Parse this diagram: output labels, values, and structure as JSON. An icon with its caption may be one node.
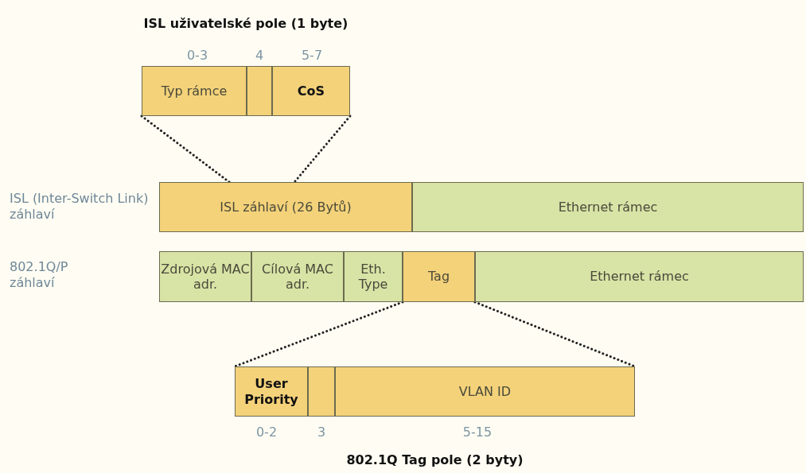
{
  "diagram": {
    "nodes": [
      {
        "text": [
          "ISL uživatelské pole (1 byte)"
        ]
      },
      {
        "text": [
          "Typ rámce"
        ],
        "in": 0,
        "beside": [
          "0-3"
        ]
      },
      {
        "text": [],
        "shape": "box",
        "in": 0,
        "beside": [
          "4"
        ]
      },
      {
        "text": [
          "CoS"
        ],
        "in": 0,
        "beside": [
          "5-7"
        ]
      },
      {
        "text": [
          "ISL záhlaví (26 Bytů)"
        ]
      },
      {
        "text": [
          "Ethernet rámec"
        ]
      },
      {
        "text": [
          "Zdrojová MAC adr."
        ]
      },
      {
        "text": [
          "Cílová MAC adr."
        ]
      },
      {
        "text": [
          "Eth. Type"
        ]
      },
      {
        "text": [
          "Tag"
        ]
      },
      {
        "text": [
          "Ethernet rámec"
        ]
      },
      {
        "text": [
          "802.1Q Tag pole (2 byty)"
        ]
      },
      {
        "text": [
          "User Priority"
        ],
        "in": 11,
        "beside": [
          "0-2"
        ]
      },
      {
        "text": [],
        "shape": "box",
        "in": 11,
        "beside": [
          "3"
        ]
      },
      {
        "text": [
          "VLAN ID"
        ],
        "in": 11,
        "beside": [
          "5-15"
        ]
      }
    ],
    "edges": [
      {
        "from": 0,
        "to": 4,
        "arrow": "none",
        "style": "dashed"
      },
      {
        "from": 0,
        "to": 4,
        "arrow": "none",
        "style": "dashed"
      },
      {
        "from": 9,
        "to": 11,
        "arrow": "none",
        "style": "dashed"
      },
      {
        "from": 9,
        "to": 11,
        "arrow": "none",
        "style": "dashed"
      }
    ],
    "labels": [
      "ISL (Inter-Switch Link) záhlaví",
      "802.1Q/P záhlaví"
    ]
  }
}
